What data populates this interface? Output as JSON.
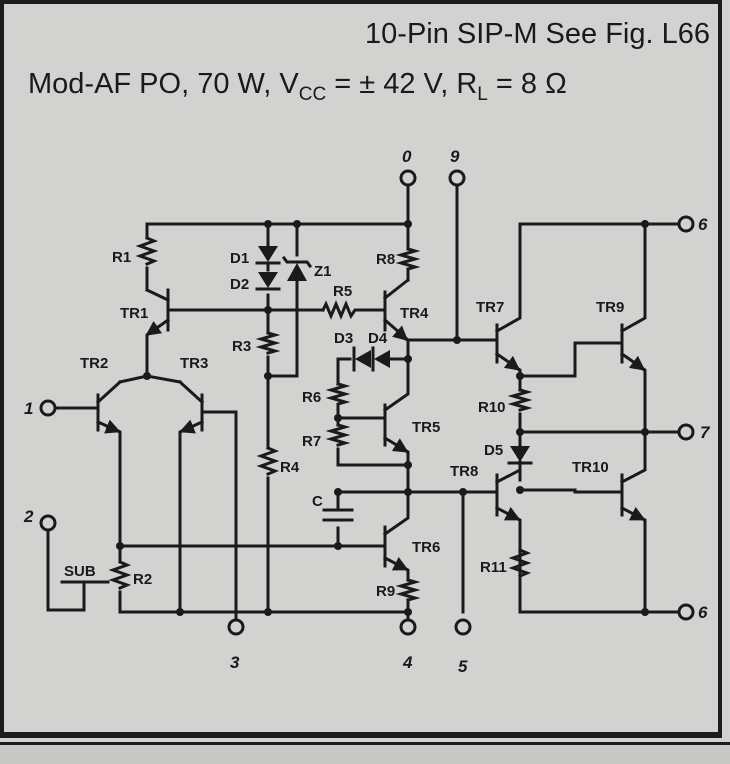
{
  "header": {
    "title": "10-Pin SIP-M See Fig. L66",
    "spec_prefix": "Mod-AF PO, 70 W, V",
    "spec_vcc_sub": "CC",
    "spec_middle": " = ± 42 V, R",
    "spec_rl_sub": "L",
    "spec_suffix": " = 8 Ω"
  },
  "components": {
    "R1": "R1",
    "R2": "R2",
    "R3": "R3",
    "R4": "R4",
    "R5": "R5",
    "R6": "R6",
    "R7": "R7",
    "R8": "R8",
    "R9": "R9",
    "R10": "R10",
    "R11": "R11",
    "D1": "D1",
    "D2": "D2",
    "D3": "D3",
    "D4": "D4",
    "D5": "D5",
    "Z1": "Z1",
    "TR1": "TR1",
    "TR2": "TR2",
    "TR3": "TR3",
    "TR4": "TR4",
    "TR5": "TR5",
    "TR6": "TR6",
    "TR7": "TR7",
    "TR8": "TR8",
    "TR9": "TR9",
    "TR10": "TR10",
    "C": "C",
    "SUB": "SUB"
  },
  "pins": {
    "p0": "0",
    "p9": "9",
    "p6a": "6",
    "p7": "7",
    "p6b": "6",
    "p1": "1",
    "p2": "2",
    "p3": "3",
    "p4": "4",
    "p5": "5"
  }
}
